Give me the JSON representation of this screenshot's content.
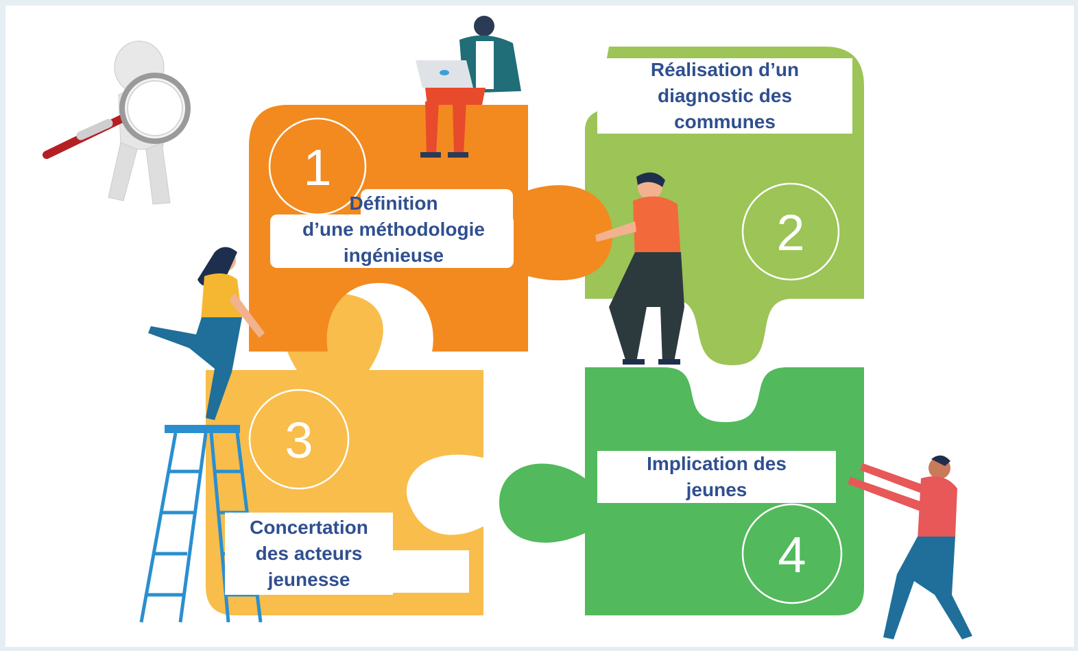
{
  "pieces": [
    {
      "number": "1",
      "color": "#f28a20",
      "label": "Définition\nd’une méthodologie\ningénieuse"
    },
    {
      "number": "2",
      "color": "#9cc456",
      "label": "Réalisation d’un\ndiagnostic des\ncommunes"
    },
    {
      "number": "3",
      "color": "#f8bd4b",
      "label": "Concertation\ndes acteurs\njeunesse"
    },
    {
      "number": "4",
      "color": "#52b95c",
      "label": "Implication des\njeunes"
    }
  ],
  "label_color": "#2f4f8f",
  "icons": [
    "magnifier-figure-icon",
    "person-laptop-icon",
    "person-pushing-icon",
    "person-ladder-icon",
    "ladder-icon",
    "person-running-icon"
  ]
}
